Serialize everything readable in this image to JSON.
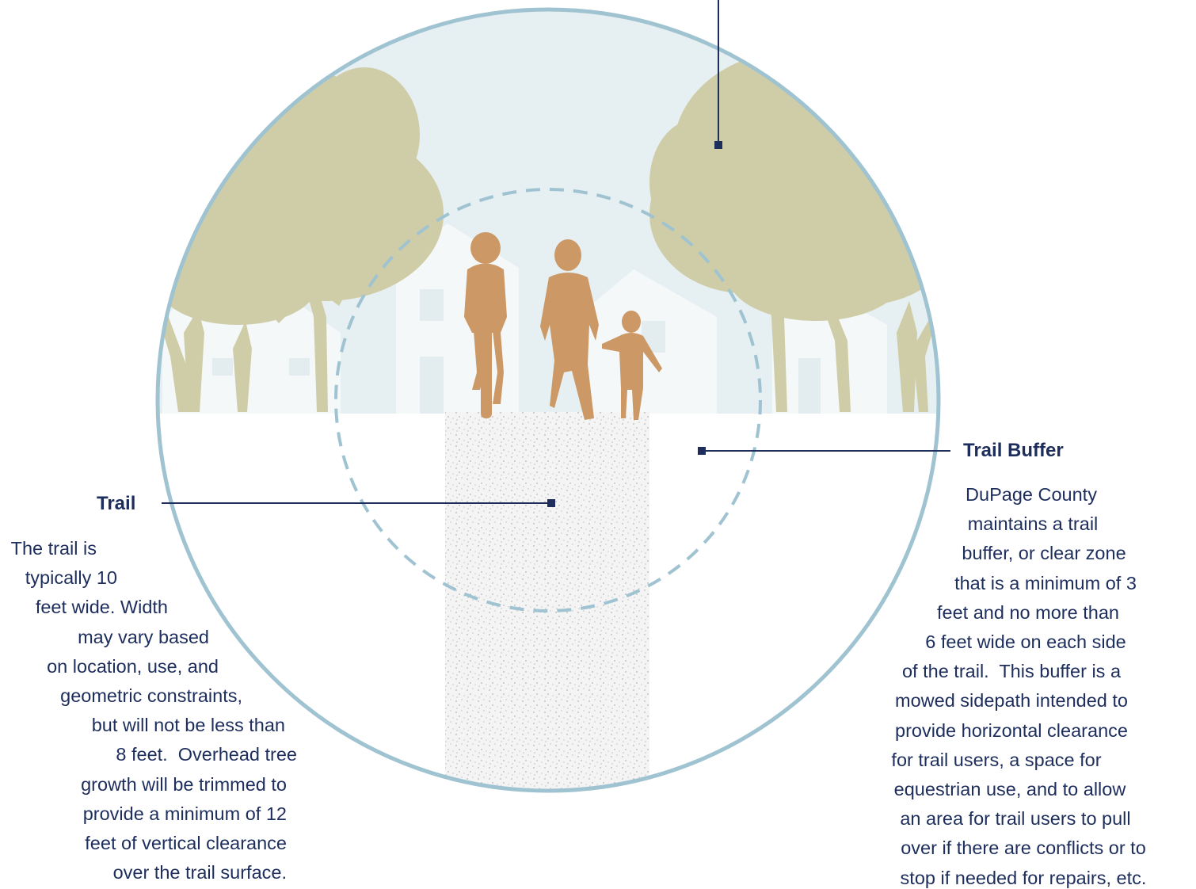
{
  "trail": {
    "title": "Trail",
    "lines": [
      "The trail is",
      "typically 10",
      "feet wide. Width",
      "may vary based",
      "on location, use, and",
      "geometric constraints,",
      "but will not be less than",
      "8 feet.  Overhead tree",
      "growth will be trimmed to",
      "provide a minimum of 12",
      "feet of vertical clearance",
      "over the trail surface."
    ]
  },
  "trail_buffer": {
    "title": "Trail Buffer",
    "lines": [
      "DuPage County",
      "maintains a trail",
      "buffer, or clear zone",
      "that is a minimum of 3",
      "feet and no more than",
      "6 feet wide on each side",
      "of the trail.  This buffer is a",
      "mowed sidepath intended to",
      "provide horizontal clearance",
      "for trail users, a space for",
      "equestrian use, and to allow",
      "an area for trail users to pull",
      "over if there are conflicts or to",
      "stop if needed for repairs, etc."
    ]
  },
  "colors": {
    "circle_outline": "#9fc3d1",
    "sky": "#e8f0f3",
    "tree_foliage": "#cfcda7",
    "people": "#cc9966",
    "trail_surface": "#f4f4f4",
    "leader": "#1d2d5c"
  }
}
